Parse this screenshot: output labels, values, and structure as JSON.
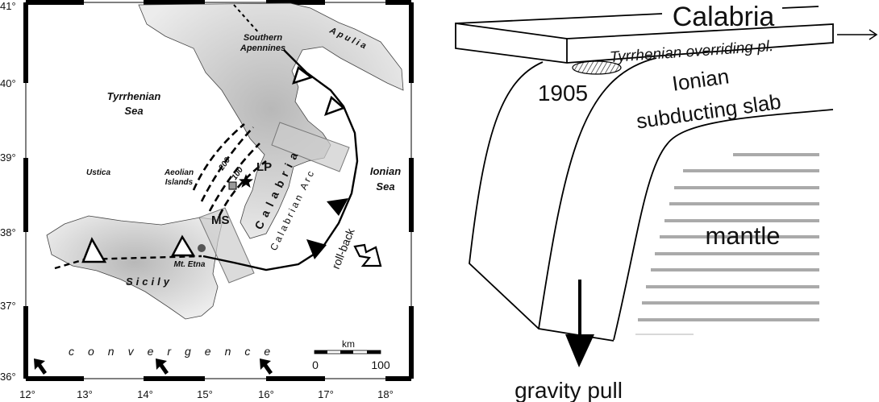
{
  "map": {
    "lon_ticks": [
      "12°",
      "13°",
      "14°",
      "15°",
      "16°",
      "17°",
      "18°"
    ],
    "lat_ticks": [
      "41°",
      "40°",
      "39°",
      "38°",
      "37°",
      "36°"
    ],
    "places": {
      "tyrrhenian_1": "Tyrrhenian",
      "tyrrhenian_2": "Sea",
      "ionian_1": "Ionian",
      "ionian_2": "Sea",
      "southern_1": "Southern",
      "southern_2": "Apennines",
      "apulia": "Apulia",
      "ustica": "Ustica",
      "aeolian_1": "Aeolian",
      "aeolian_2": "Islands",
      "sicily": "Sicily",
      "etna": "Mt. Etna",
      "calabria": "Calabria",
      "calabrian_arc": "Calabrian Arc",
      "lp": "LP",
      "ms": "MS"
    },
    "depth_contours": [
      "200",
      "100"
    ],
    "rollback": "roll-back",
    "convergence": "convergence",
    "scale": {
      "unit": "km",
      "min": "0",
      "max": "100"
    }
  },
  "section": {
    "calabria": "Calabria",
    "overriding": "Tyrrhenian overriding pl.",
    "year": "1905",
    "ionian": "Ionian",
    "slab": "subducting slab",
    "mantle": "mantle",
    "gravity": "gravity pull"
  }
}
